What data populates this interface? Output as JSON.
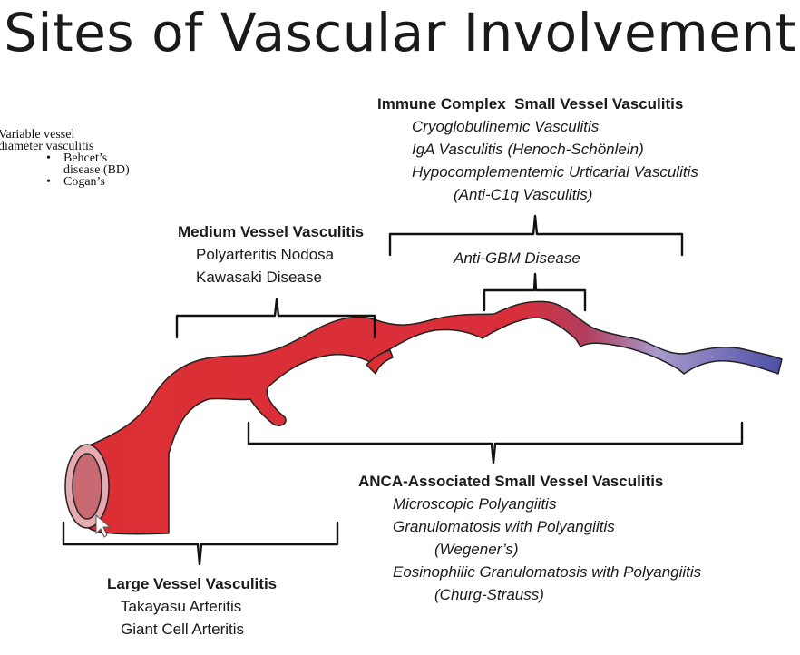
{
  "title": "Sites of Vascular Involvement",
  "variable_note": {
    "heading_line1": "Variable vessel",
    "heading_line2": "diameter vasculitis",
    "items": [
      "Behcet’s disease (BD)",
      "Cogan’s"
    ]
  },
  "immune_complex": {
    "heading": "Immune Complex  Small Vessel Vasculitis",
    "items": [
      "Cryoglobulinemic Vasculitis",
      "IgA Vasculitis (Henoch-Schönlein)",
      "Hypocomplementemic Urticarial Vasculitis",
      "(Anti-C1q Vasculitis)"
    ]
  },
  "anti_gbm": {
    "label": "Anti-GBM Disease"
  },
  "medium": {
    "heading": "Medium Vessel Vasculitis",
    "items": [
      "Polyarteritis Nodosa",
      "Kawasaki Disease"
    ]
  },
  "anca": {
    "heading": "ANCA-Associated Small Vessel Vasculitis",
    "items": [
      "Microscopic Polyangiitis",
      "Granulomatosis with Polyangiitis",
      "(Wegener’s)",
      "Eosinophilic Granulomatosis with Polyangiitis",
      "(Churg-Strauss)"
    ]
  },
  "large": {
    "heading": "Large Vessel Vasculitis",
    "items": [
      "Takayasu Arteritis",
      "Giant Cell Arteritis"
    ]
  },
  "colors": {
    "artery_red": "#dc2f35",
    "vein_blue": "#4d4fa6",
    "lumen": "#c96a73"
  }
}
